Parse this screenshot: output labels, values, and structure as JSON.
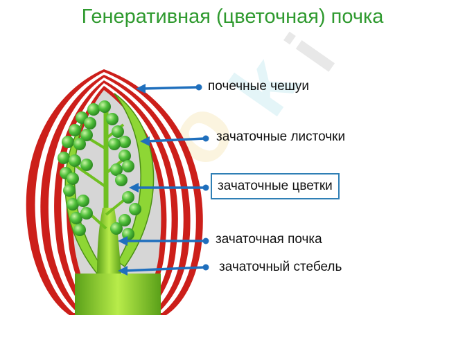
{
  "title": "Генеративная (цветочная) почка",
  "labels": {
    "scales": "почечные чешуи",
    "leaflets": "зачаточные листочки",
    "flowers": "зачаточные цветки",
    "bud": "зачаточная почка",
    "stem": "зачаточный стебель"
  },
  "watermark": "eroki",
  "colors": {
    "title": "#2f9a2f",
    "scale_red": "#cc1f1a",
    "gray": "#d6d6d6",
    "green_light": "#aee23f",
    "green_dark": "#5aa019",
    "flower_green": "#4fbf3a",
    "arrow_blue": "#1f6fbd",
    "box_border": "#2f7fb5"
  }
}
